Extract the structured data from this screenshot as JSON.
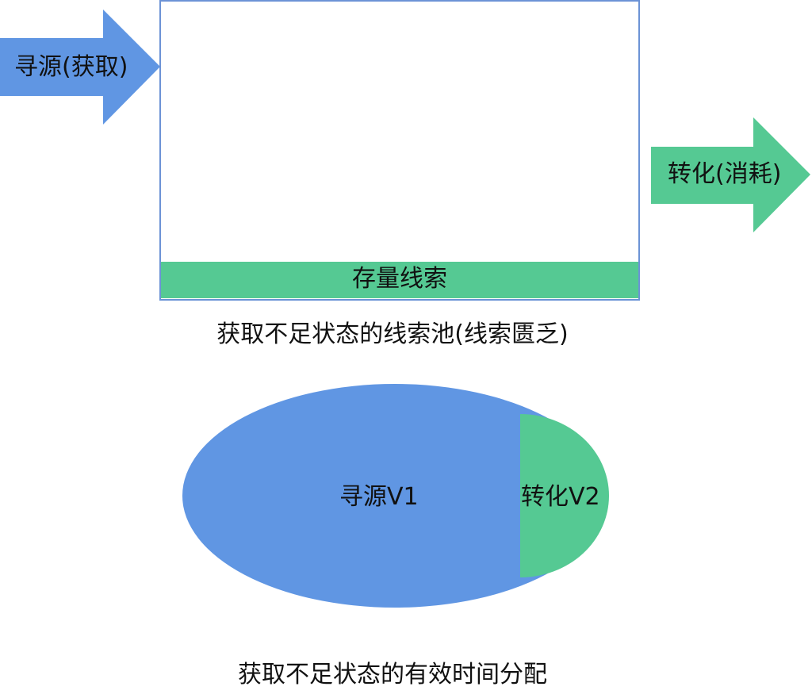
{
  "colors": {
    "blue": "#6096E3",
    "green": "#55C993",
    "box_border": "#6C93D6",
    "text": "#111111"
  },
  "diagram_top": {
    "inflow_arrow": {
      "label": "寻源(获取)",
      "color": "blue"
    },
    "outflow_arrow": {
      "label": "转化(消耗)",
      "color": "green"
    },
    "pool_box": {
      "stock_band_label": "存量线索"
    },
    "caption": "获取不足状态的线索池(线索匮乏)"
  },
  "diagram_bottom": {
    "ellipse": {
      "segments": [
        {
          "label": "寻源V1",
          "color": "blue"
        },
        {
          "label": "转化V2",
          "color": "green"
        }
      ]
    },
    "caption": "获取不足状态的有效时间分配"
  }
}
